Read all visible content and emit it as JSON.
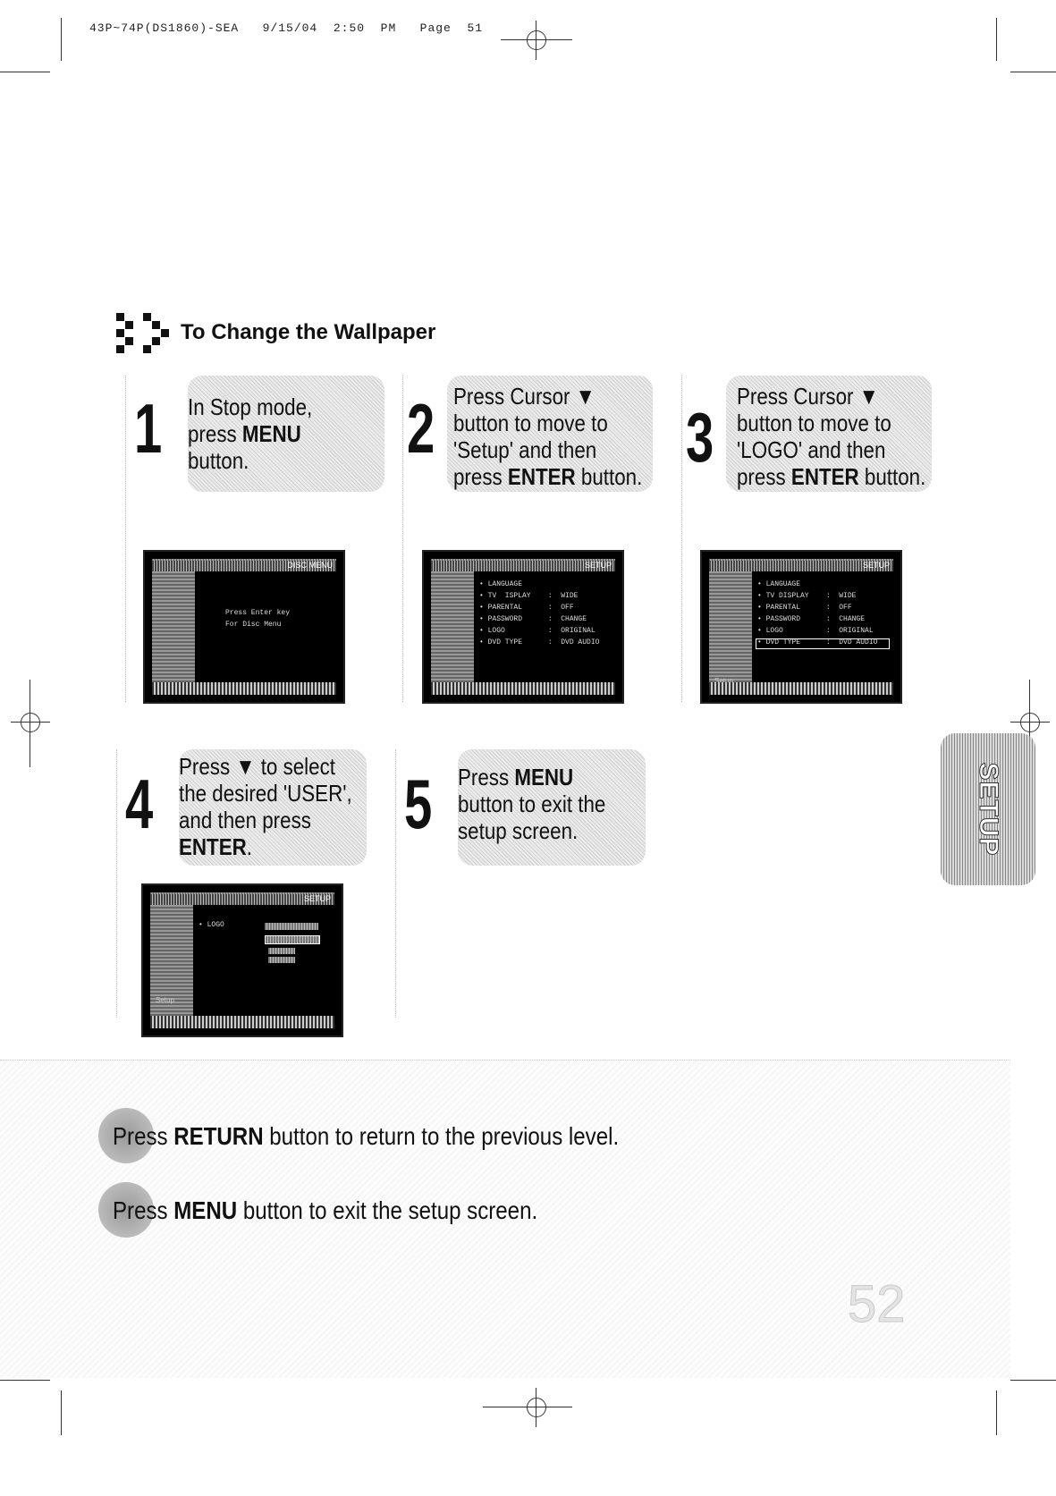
{
  "header": {
    "print_slug": "43P~74P(DS1860)-SEA   9/15/04  2:50  PM   Page  51"
  },
  "section": {
    "title": "To Change the Wallpaper"
  },
  "steps": [
    {
      "number": "1",
      "lines": [
        "In Stop mode,",
        "press |MENU|",
        "button."
      ]
    },
    {
      "number": "2",
      "lines": [
        "Press Cursor ▼",
        "button to move to",
        "'Setup' and then",
        "press |ENTER| button."
      ]
    },
    {
      "number": "3",
      "lines": [
        "Press Cursor ▼",
        "button to move to",
        "'LOGO' and then",
        "press |ENTER| button."
      ]
    },
    {
      "number": "4",
      "lines": [
        "Press ▼ to select",
        "the desired 'USER',",
        "and then press",
        "|ENTER|."
      ]
    },
    {
      "number": "5",
      "lines": [
        "Press |MENU|",
        "button to exit the",
        "setup screen."
      ]
    }
  ],
  "screens": {
    "s1": {
      "label": "DISC MENU",
      "menu": "Press Enter key\nFor Disc Menu"
    },
    "s2": {
      "label": "SETUP",
      "menu": "• LANGUAGE\n• TV  ISPLAY    :  WIDE\n• PARENTAL      :  OFF\n• PASSWORD      :  CHANGE\n• LOGO          :  ORIGINAL\n• DVD TYPE      :  DVD AUDIO"
    },
    "s3": {
      "label": "SETUP",
      "menu": "• LANGUAGE\n• TV DISPLAY    :  WIDE\n• PARENTAL      :  OFF\n• PASSWORD      :  CHANGE\n• LOGO          :  ORIGINAL\n• DVD TYPE      :  DVD AUDIO",
      "side_label": "Setup"
    },
    "s4": {
      "label": "SETUP",
      "menu": "• LOGO",
      "side_label": "Setup"
    }
  },
  "tab": {
    "label": "SETUP"
  },
  "notes": [
    {
      "prefix": "Press ",
      "bold": "RETURN",
      "rest": " button to return to the previous level."
    },
    {
      "prefix": "Press ",
      "bold": "MENU",
      "rest": " button to exit the setup screen."
    }
  ],
  "page_number": "52"
}
